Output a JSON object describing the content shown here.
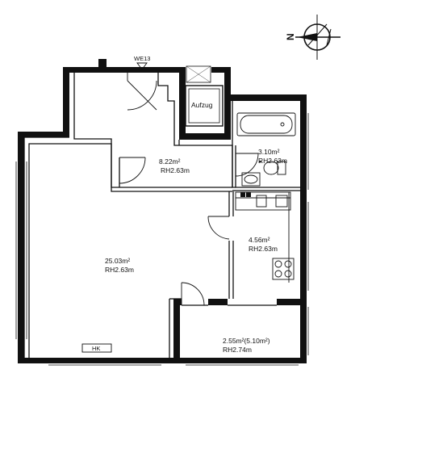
{
  "entrance": {
    "label": "WE13"
  },
  "elevator": {
    "label": "Aufzug"
  },
  "heating": {
    "label": "HK"
  },
  "compass": {
    "letter": "N"
  },
  "rooms": [
    {
      "id": "bedroom",
      "area": "8.22m²",
      "height": "RH2.63m"
    },
    {
      "id": "bathroom",
      "area": "3.10m²",
      "height": "RH2.63m"
    },
    {
      "id": "living-room",
      "area": "25.03m²",
      "height": "RH2.63m"
    },
    {
      "id": "kitchen",
      "area": "4.56m²",
      "height": "RH2.63m"
    },
    {
      "id": "balcony",
      "area": "2.55m²(5.10m²)",
      "height": "RH2.74m"
    }
  ]
}
